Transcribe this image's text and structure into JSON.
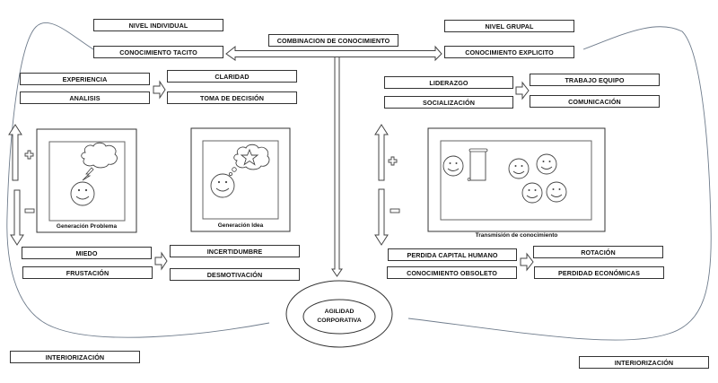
{
  "diagram": {
    "left_panel": {
      "level": "NIVEL INDIVIDUAL",
      "knowledge_type": "CONOCIMIENTO TACITO",
      "positive_inputs": [
        "EXPERIENCIA",
        "ANALISIS"
      ],
      "positive_outputs": [
        "CLARIDAD",
        "TOMA DE DECISIÓN"
      ],
      "negative_inputs": [
        "MIEDO",
        "FRUSTACIÓN"
      ],
      "negative_outputs": [
        "INCERTIDUMBRE",
        "DESMOTIVACIÓN"
      ],
      "scenes": [
        {
          "caption": "Generación Problema",
          "thought": "lightning-cloud"
        },
        {
          "caption": "Generación Idea",
          "thought": "star-cloud"
        }
      ],
      "footer": "INTERIORIZACIÓN"
    },
    "right_panel": {
      "level": "NIVEL GRUPAL",
      "knowledge_type": "CONOCIMIENTO EXPLICITO",
      "positive_inputs": [
        "LIDERAZGO",
        "SOCIALIZACIÓN"
      ],
      "positive_outputs": [
        "TRABAJO EQUIPO",
        "COMUNICACIÓN"
      ],
      "negative_inputs": [
        "PERDIDA CAPITAL HUMANO",
        "CONOCIMIENTO OBSOLETO"
      ],
      "negative_outputs": [
        "ROTACIÓN",
        "PERDIDAD ECONÓMICAS"
      ],
      "scene": {
        "caption": "Transmisión de conocimiento",
        "faces": 5,
        "document": "scroll"
      },
      "footer": "INTERIORIZACIÓN"
    },
    "center": {
      "title": "COMBINACION DE CONOCIMIENTO",
      "goal_line1": "AGILIDAD",
      "goal_line2": "CORPORATIVA"
    },
    "signs": {
      "plus": "+",
      "minus": "−"
    },
    "colors": {
      "line": "#333333",
      "curve": "#6f7c8c",
      "background": "#ffffff"
    }
  }
}
